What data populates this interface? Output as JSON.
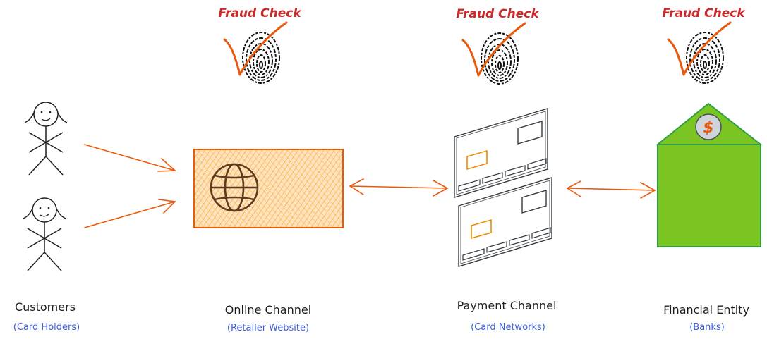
{
  "fraud_checks": [
    {
      "label": "Fraud Check"
    },
    {
      "label": "Fraud Check"
    },
    {
      "label": "Fraud Check"
    }
  ],
  "entities": [
    {
      "title": "Customers",
      "subtitle": "(Card Holders)"
    },
    {
      "title": "Online Channel",
      "subtitle": "(Retailer Website)"
    },
    {
      "title": "Payment Channel",
      "subtitle": "(Card Networks)"
    },
    {
      "title": "Financial Entity",
      "subtitle": "(Banks)"
    }
  ],
  "icons": {
    "customer": "stick-figure-icon",
    "online": "globe-icon",
    "payment": "card-icon",
    "bank": "bank-building-icon",
    "fraud": "fingerprint-check-icon",
    "currency_symbol": "$"
  },
  "colors": {
    "fraud_text": "#c92a2a",
    "arrow": "#e8590c",
    "subtitle": "#3b5bdb",
    "online_fill": "#ffd8a8",
    "online_stroke": "#e8590c",
    "bank_fill": "#7ac522",
    "bank_stroke": "#2f9e44",
    "coin_fill": "#ced4da"
  }
}
